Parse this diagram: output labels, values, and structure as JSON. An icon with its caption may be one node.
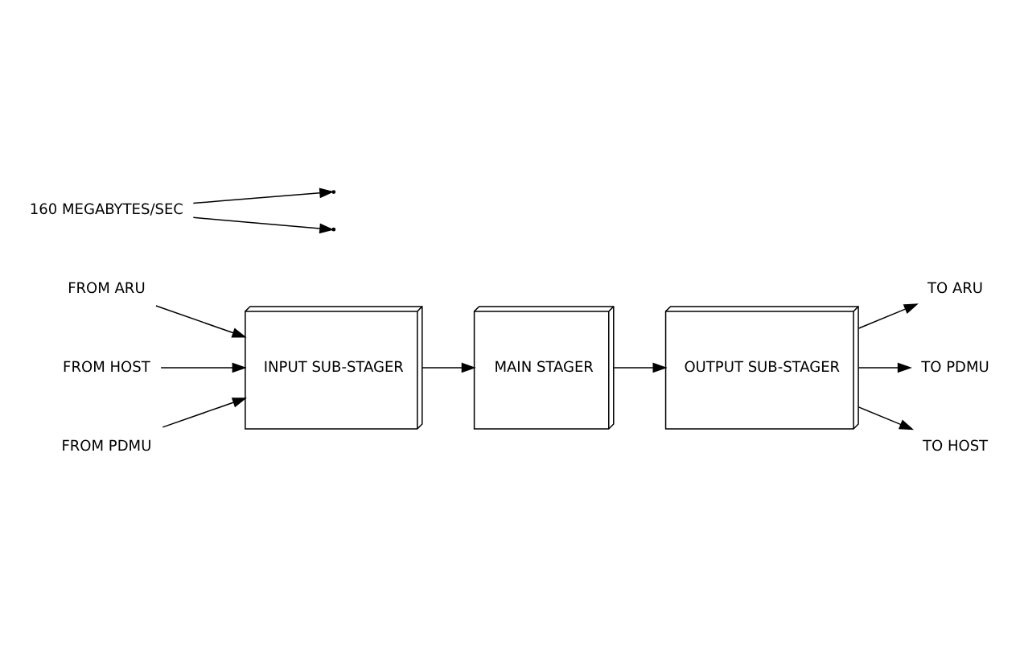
{
  "diagram": {
    "nodes": [
      {
        "text": [
          "FROM ARU"
        ]
      },
      {
        "text": [
          "INPUT SUB-STAGER"
        ]
      },
      {
        "text": [
          "MAIN STAGER"
        ]
      },
      {
        "text": [
          "OUTPUT SUB-STAGER"
        ]
      },
      {
        "text": [
          "TO ARU"
        ]
      },
      {
        "text": [
          "FROM HOST"
        ]
      },
      {
        "text": [
          "FROM PDMU"
        ]
      },
      {
        "text": [
          "TO PDMU"
        ]
      },
      {
        "text": [
          "TO HOST"
        ]
      },
      {
        "text": [
          "160 MEGABYTES/SEC"
        ]
      }
    ],
    "edges": [
      {
        "from": 0,
        "to": 1,
        "arrow": "to"
      },
      {
        "from": 5,
        "to": 1,
        "arrow": "to"
      },
      {
        "from": 6,
        "to": 1,
        "arrow": "to"
      },
      {
        "from": 1,
        "to": 2,
        "arrow": "to"
      },
      {
        "from": 2,
        "to": 3,
        "arrow": "to"
      },
      {
        "from": 3,
        "to": 4,
        "arrow": "to"
      },
      {
        "from": 3,
        "to": 7,
        "arrow": "to"
      },
      {
        "from": 3,
        "to": 8,
        "arrow": "to"
      },
      {
        "from": 9,
        "to": null,
        "arrow": "to"
      },
      {
        "from": 9,
        "to": null,
        "arrow": "to"
      }
    ]
  }
}
